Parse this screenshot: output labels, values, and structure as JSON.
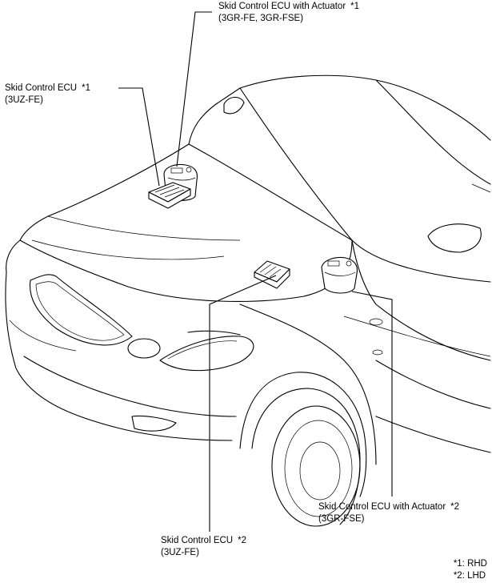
{
  "labels": {
    "ecu_act_1": {
      "line1": "Skid Control ECU with Actuator",
      "mark": "*1",
      "line2": "(3GR-FE, 3GR-FSE)"
    },
    "ecu_1": {
      "line1": "Skid Control ECU",
      "mark": "*1",
      "line2": "(3UZ-FE)"
    },
    "ecu_act_2": {
      "line1": "Skid Control ECU with Actuator",
      "mark": "*2",
      "line2": "(3GR-FSE)"
    },
    "ecu_2": {
      "line1": "Skid Control ECU",
      "mark": "*2",
      "line2": "(3UZ-FE)"
    }
  },
  "notes": {
    "rhd": "*1: RHD",
    "lhd": "*2: LHD"
  }
}
